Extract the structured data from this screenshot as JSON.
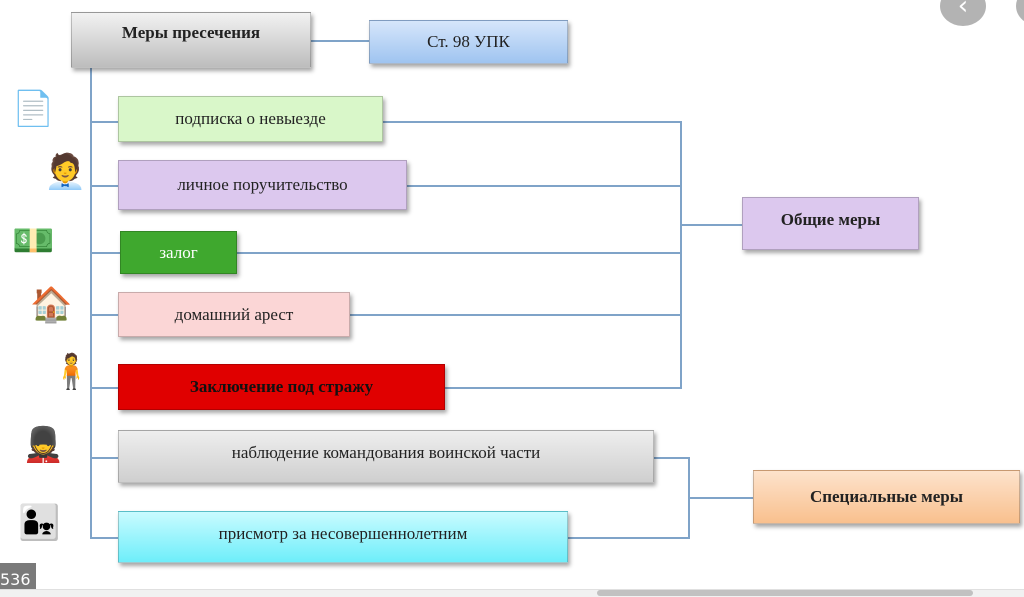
{
  "root": {
    "label": "Меры пресечения",
    "ref": "Ст. 98 УПК"
  },
  "measures": [
    {
      "label": "подписка о невыезде",
      "color": "#d9f7c9"
    },
    {
      "label": "личное поручительство",
      "color": "#dcc8ee"
    },
    {
      "label": "залог",
      "color": "#3fa82e"
    },
    {
      "label": "домашний арест",
      "color": "#fbd6d6"
    },
    {
      "label": "Заключение под стражу",
      "color": "#e00000"
    },
    {
      "label": "наблюдение командования воинской части",
      "color": "#d9d9d9"
    },
    {
      "label": "присмотр за несовершеннолетним",
      "color": "#8ef2fb"
    }
  ],
  "groups": {
    "general": "Общие меры",
    "special": "Специальные меры"
  },
  "viewer": {
    "back_icon": "chevron-left-icon",
    "badge": "536"
  }
}
